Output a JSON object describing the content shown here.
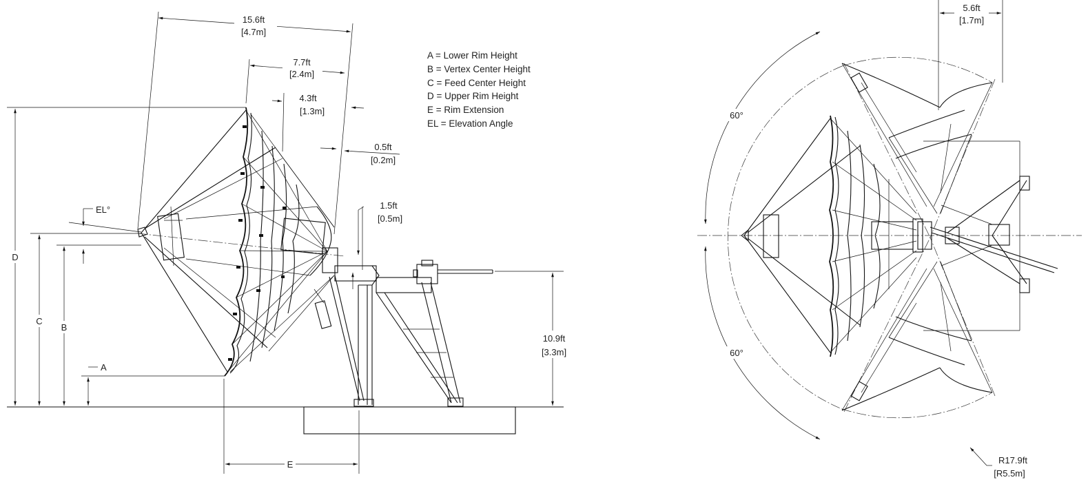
{
  "side_view": {
    "dims": {
      "overall_width_ft": "15.6ft",
      "overall_width_m": "[4.7m]",
      "dish_depth_ft": "7.7ft",
      "dish_depth_m": "[2.4m]",
      "reflector_depth_ft": "4.3ft",
      "reflector_depth_m": "[1.3m]",
      "rim_offset_ft": "0.5ft",
      "rim_offset_m": "[0.2m]",
      "hub_offset_ft": "1.5ft",
      "hub_offset_m": "[0.5m]",
      "mount_height_ft": "10.9ft",
      "mount_height_m": "[3.3m]"
    },
    "labels": {
      "a": "A",
      "b": "B",
      "c": "C",
      "d": "D",
      "e": "E",
      "el": "EL°"
    },
    "legend": [
      "A = Lower Rim Height",
      "B = Vertex Center Height",
      "C = Feed Center Height",
      "D = Upper Rim Height",
      "E = Rim Extension",
      "EL = Elevation Angle"
    ]
  },
  "top_view": {
    "dims": {
      "width_ft": "5.6ft",
      "width_m": "[1.7m]",
      "radius_ft": "R17.9ft",
      "radius_m": "[R5.5m]",
      "angle_top": "60°",
      "angle_bottom": "60°"
    }
  }
}
